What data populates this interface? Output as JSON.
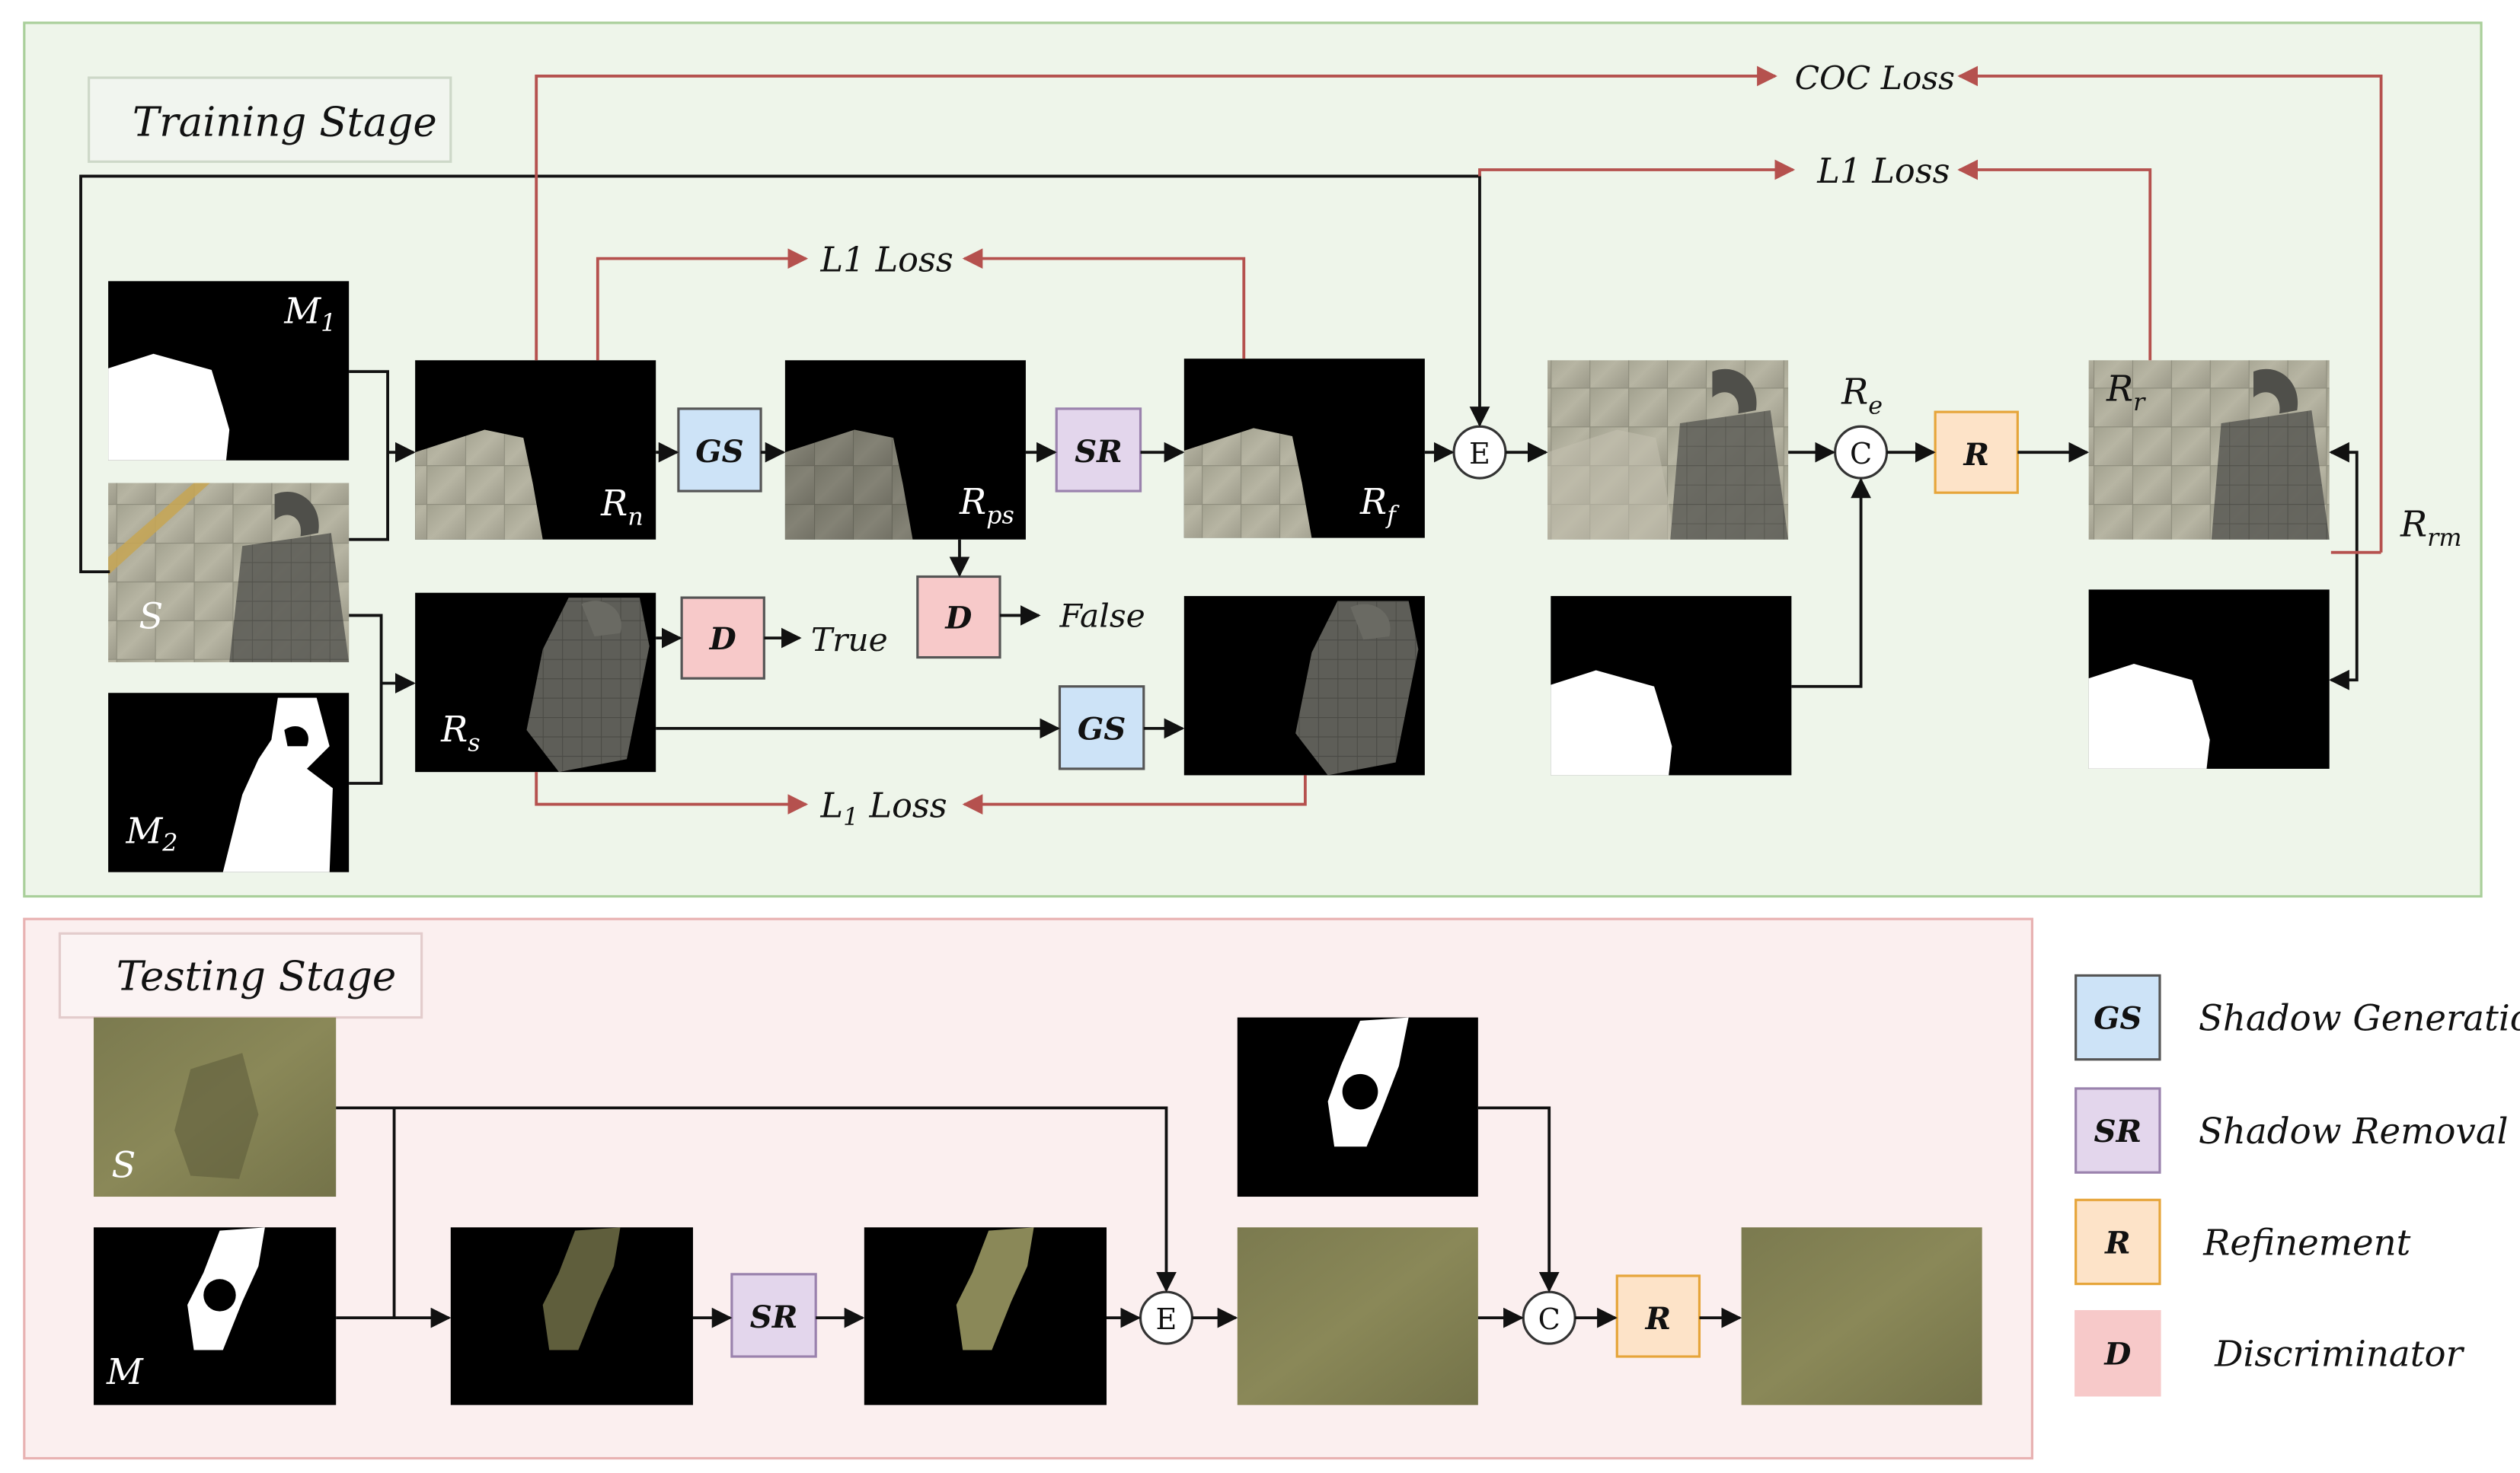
{
  "stages": {
    "training": "Training Stage",
    "testing": "Testing Stage"
  },
  "losses": {
    "coc": "COC Loss",
    "l1_top": "L1 Loss",
    "l1_mid": "L1 Loss",
    "l1_bottom": "L1 Loss"
  },
  "labels": {
    "m1": "M1",
    "s": "S",
    "m2": "M2",
    "rn": "Rn",
    "rs": "Rs",
    "rps": "Rps",
    "rf": "Rf",
    "re": "Re",
    "rr": "Rr",
    "rrm": "Rrm",
    "true": "True",
    "false": "False",
    "test_s": "S",
    "test_m": "M"
  },
  "modules": {
    "gs": "GS",
    "sr": "SR",
    "r": "R",
    "d": "D"
  },
  "operators": {
    "e": "E",
    "c": "C"
  },
  "legend": [
    {
      "key": "GS",
      "text": "Shadow Generation"
    },
    {
      "key": "SR",
      "text": "Shadow Removal"
    },
    {
      "key": "R",
      "text": "Refinement"
    },
    {
      "key": "D",
      "text": "Discriminator"
    }
  ],
  "colors": {
    "training_bg": "#eef5ea",
    "training_border": "#a9cf9a",
    "testing_bg": "#fbefef",
    "testing_border": "#e8b2b2",
    "loss_line": "#b5514e",
    "gs_fill": "#cde3f7",
    "sr_fill": "#e3d6ec",
    "r_fill": "#fde3c8",
    "r_border": "#e6a53a",
    "d_fill": "#f7c9c9"
  }
}
